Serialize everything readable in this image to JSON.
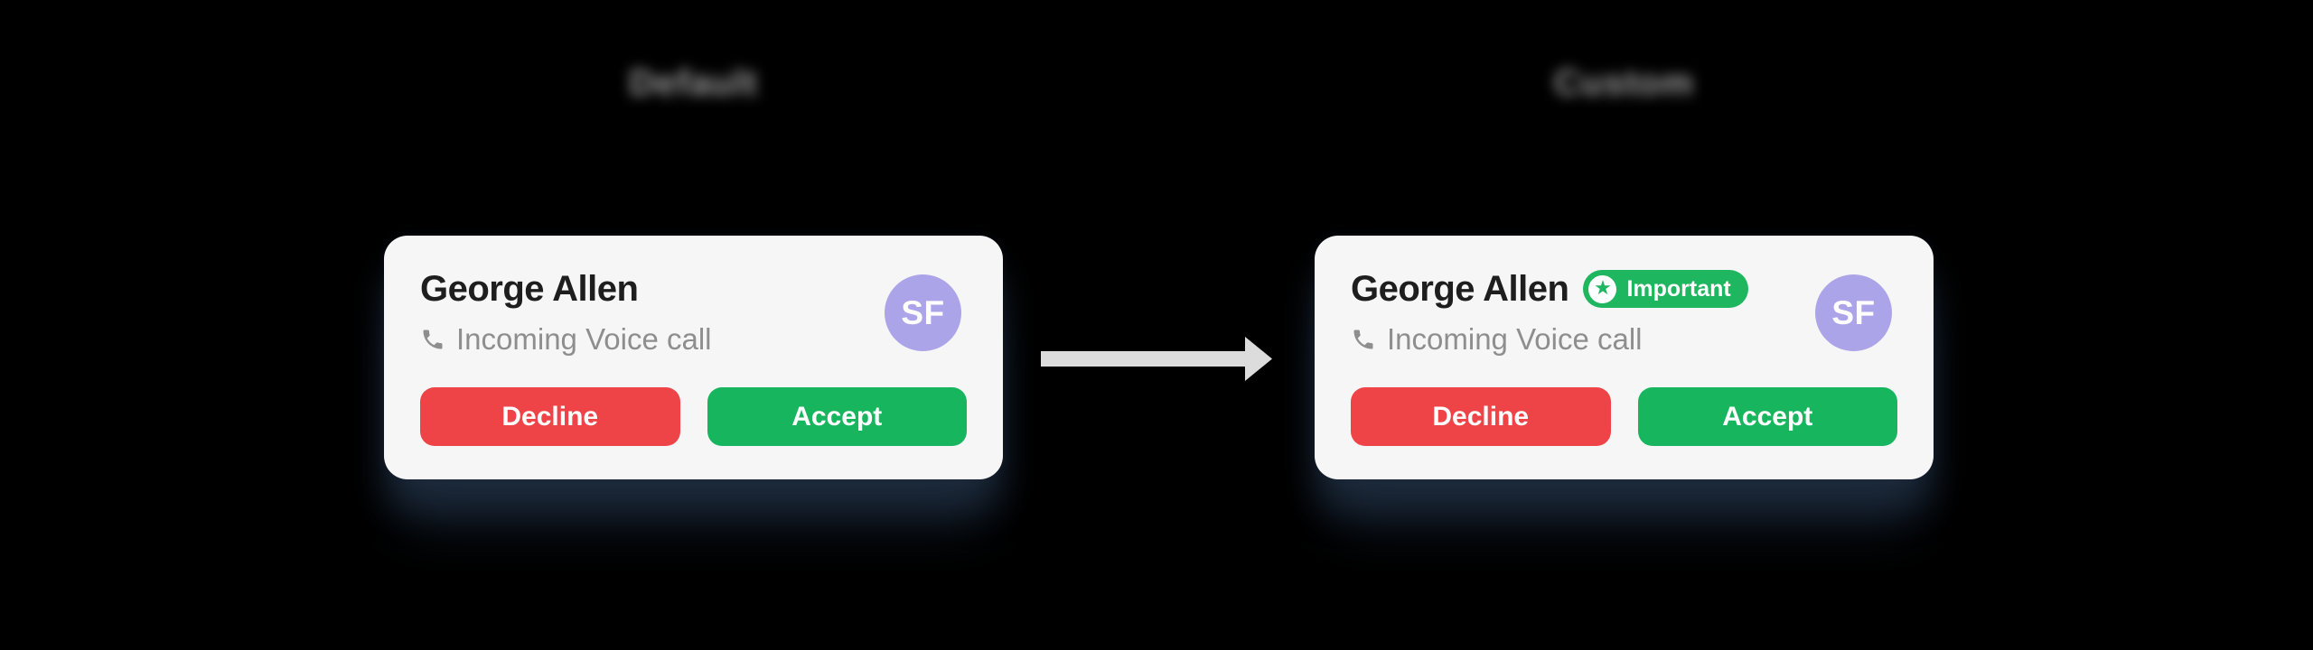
{
  "colors": {
    "page-bg": "#000000",
    "card-bg": "#F6F6F7",
    "title": "#1E1E1E",
    "muted": "#8E8E8E",
    "red": "#EE4347",
    "green": "#17B55E",
    "badge-green": "#1EB65E",
    "purple": "#ABA4E8",
    "arrow": "#DCDCDC",
    "label": "#9C9C9C"
  },
  "section_labels": {
    "left": "Default",
    "right": "Custom"
  },
  "cards": {
    "before": {
      "name": "George Allen",
      "status": "Incoming Voice call",
      "status_icon": "phone-icon",
      "avatar_initials": "SF",
      "actions": {
        "decline": "Decline",
        "accept": "Accept"
      }
    },
    "after": {
      "name": "George Allen",
      "status": "Incoming Voice call",
      "status_icon": "phone-icon",
      "avatar_initials": "SF",
      "badge": {
        "label": "Important",
        "icon": "star-icon",
        "star_glyph": "★"
      },
      "actions": {
        "decline": "Decline",
        "accept": "Accept"
      }
    }
  },
  "arrow": {
    "icon": "arrow-right-icon"
  }
}
